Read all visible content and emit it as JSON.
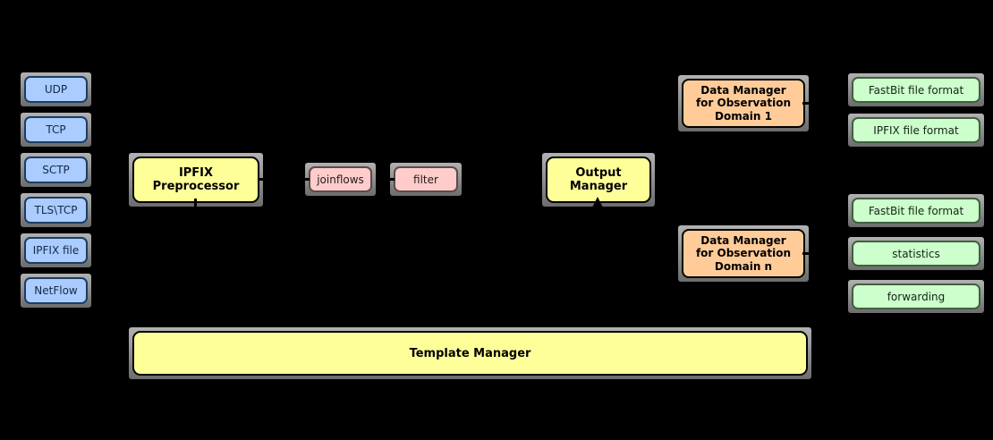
{
  "colors": {
    "background": "#000000",
    "frame_shadow_gray": "#8c8c8c",
    "input_fill": "#aaccff",
    "input_border": "#1c3c64",
    "process_fill": "#ffff99",
    "module_fill": "#ffcccc",
    "manager_fill": "#ffcc99",
    "storage_fill": "#ccffcc",
    "connector_color": "#000000"
  },
  "inputs": [
    {
      "label": "UDP"
    },
    {
      "label": "TCP"
    },
    {
      "label": "SCTP"
    },
    {
      "label": "TLS\\TCP"
    },
    {
      "label": "IPFIX file"
    },
    {
      "label": "NetFlow"
    }
  ],
  "pipeline": {
    "preprocessor_label": "IPFIX Preprocessor",
    "joinflows_label": "joinflows",
    "filter_label": "filter",
    "output_manager_label": "Output Manager"
  },
  "data_managers": [
    {
      "lines": [
        "Data Manager",
        "for Observation",
        "Domain 1"
      ]
    },
    {
      "lines": [
        "Data Manager",
        "for Observation",
        "Domain n"
      ]
    }
  ],
  "storages_domain1": [
    {
      "label": "FastBit file format"
    },
    {
      "label": "IPFIX file format"
    }
  ],
  "storages_domain_n": [
    {
      "label": "FastBit file format"
    },
    {
      "label": "statistics"
    },
    {
      "label": "forwarding"
    }
  ],
  "template_manager": {
    "label": "Template Manager"
  }
}
